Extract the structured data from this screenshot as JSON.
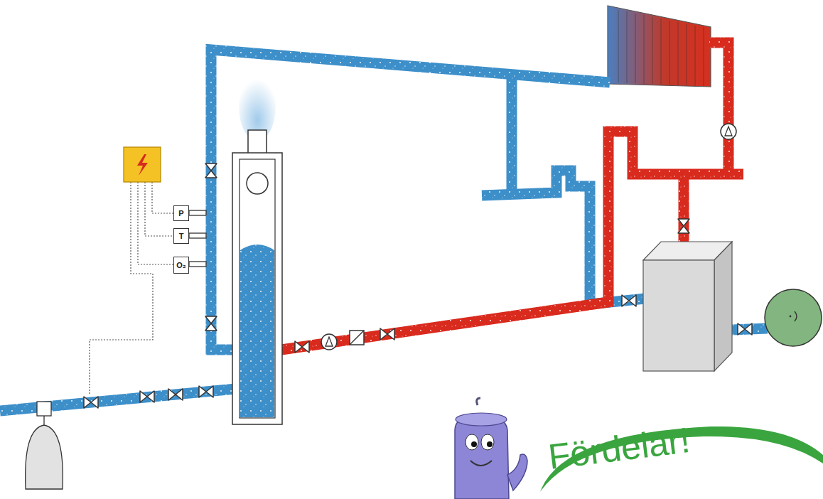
{
  "diagram": {
    "nodes": [
      {
        "text": [
          "P"
        ]
      },
      {
        "text": [
          "T"
        ]
      },
      {
        "text": [
          "O₂"
        ]
      }
    ],
    "labels": [
      "Fördelar!"
    ]
  }
}
